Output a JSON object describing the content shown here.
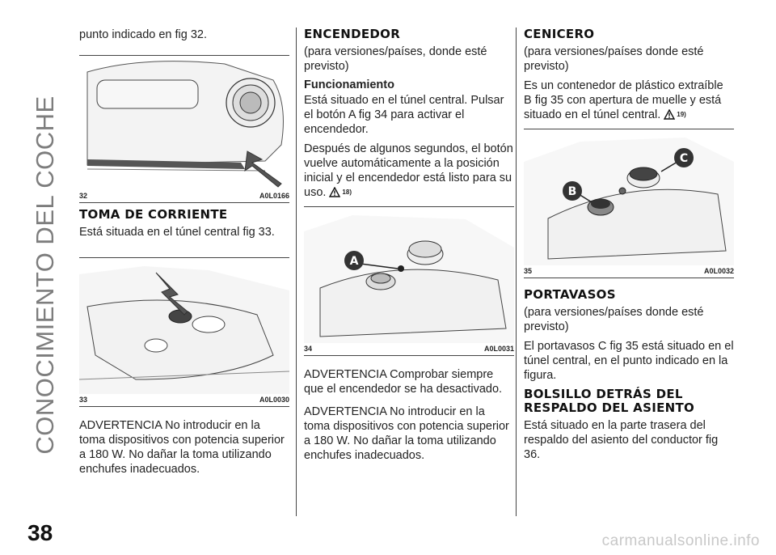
{
  "section_title": "CONOCIMIENTO DEL COCHE",
  "page_number": "38",
  "watermark": "carmanualsonline.info",
  "col1": {
    "intro": "punto indicado en fig 32.",
    "fig32": {
      "num": "32",
      "code": "A0L0166"
    },
    "heading": "TOMA DE CORRIENTE",
    "text1": "Está situada en el túnel central fig 33.",
    "fig33": {
      "num": "33",
      "code": "A0L0030"
    },
    "warning": "ADVERTENCIA No introducir en la toma dispositivos con potencia superior a 180 W. No dañar la toma utilizando enchufes inadecuados."
  },
  "col2": {
    "heading": "ENCENDEDOR",
    "subtitle": "(para versiones/países, donde esté previsto)",
    "subheading": "Funcionamiento",
    "p1": "Está situado en el túnel central. Pulsar el botón A fig 34 para activar el encendedor.",
    "p2": "Después de algunos segundos, el botón vuelve automáticamente a la posición inicial y el encendedor está listo para su uso.",
    "ref": "18)",
    "fig34": {
      "num": "34",
      "code": "A0L0031",
      "label": "A"
    },
    "warning1": "ADVERTENCIA Comprobar siempre que el encendedor se ha desactivado.",
    "warning2": "ADVERTENCIA No introducir en la toma dispositivos con potencia superior a 180 W. No dañar la toma utilizando enchufes inadecuados."
  },
  "col3": {
    "heading": "CENICERO",
    "subtitle": "(para versiones/países donde esté previsto)",
    "p1": "Es un contenedor de plástico extraíble B fig 35 con apertura de muelle y está situado en el túnel central.",
    "ref": "19)",
    "fig35": {
      "num": "35",
      "code": "A0L0032",
      "label_b": "B",
      "label_c": "C"
    },
    "heading2": "PORTAVASOS",
    "subtitle2": "(para versiones/países donde esté previsto)",
    "p2": "El portavasos C fig 35 está situado en el túnel central, en el punto indicado en la figura.",
    "heading3": "BOLSILLO DETRÁS DEL RESPALDO DEL ASIENTO",
    "p3": "Está situado en la parte trasera del respaldo del asiento del conductor fig 36."
  }
}
